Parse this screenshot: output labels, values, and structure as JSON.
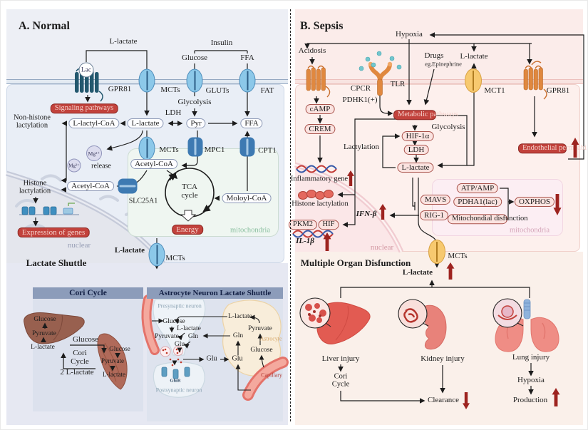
{
  "colors": {
    "red_box": "#c2423c",
    "dark_red_arrow": "#9d231f",
    "blue_transporter": "#8cc8e9",
    "orange_receptor": "#e0883f",
    "yellow_transporter": "#f7c96f"
  },
  "a": {
    "title": "A. Normal",
    "l_lactate_top": "L-lactate",
    "lac": "Lac",
    "insulin": "Insulin",
    "glucose_top": "Glucose",
    "ffa_top": "FFA",
    "gpr81": "GPR81",
    "mcts": "MCTs",
    "gluts": "GLUTs",
    "fat": "FAT",
    "signaling": "Signaling pathways",
    "glycolysis": "Glycolysis",
    "ldh": "LDH",
    "non_histone": "Non-histone lactylation",
    "l_lactyl_coa": "L-lactyl-CoA",
    "l_lactate": "L-lactate",
    "pyr": "Pyr",
    "ffa": "FFA",
    "mg": "Mg²⁺",
    "release": "release",
    "mpc1": "MPC1",
    "cpt1": "CPT1",
    "acetyl_coa": "Acetyl-CoA",
    "tca": "TCA cycle",
    "moloyl": "Moloyl-CoA",
    "energy": "Energy",
    "slc25a1": "SLC25A1",
    "mitochondria": "mitochondria",
    "histone_lact": "Histone lactylation",
    "expression": "Expression of genes",
    "nuclear": "nuclear",
    "l_lactate_bottom": "L-lactate",
    "shuttle_title": "Lactate Shuttle",
    "cori": {
      "header": "Cori Cycle",
      "glucose": "Glucose",
      "pyruvate": "Pyruvate",
      "l_lactate": "L-lactate",
      "cycle": "Cori Cycle",
      "two_lactate": "2 L-lactate"
    },
    "astro": {
      "header": "Astrocyte Neuron Lactate Shuttle",
      "presyn": "Presynaptic neuron",
      "postsyn": "Postsynaptic neuron",
      "glur": "GluR",
      "astrocyte": "Astrocyte",
      "capillary": "Capillary",
      "glucose": "Glucose",
      "l_lactate": "L-lactate",
      "pyruvate": "Pyruvate",
      "gln": "Gln",
      "glu": "Glu"
    }
  },
  "b": {
    "title": "B. Sepsis",
    "hypoxia": "Hypoxia",
    "acidosis": "Acidosis",
    "cpcr": "CPCR",
    "tlr": "TLR",
    "pdhk1": "PDHK1(+)",
    "drugs1": "Drugs",
    "drugs2": "eg.Epinephrine",
    "l_lactate_blood": "L-lactate",
    "mct1": "MCT1",
    "gpr81": "GPR81",
    "camp": "cAMP",
    "crem": "CREM",
    "metabolic": "Metabolic pathways",
    "glycolysis": "Glycolysis",
    "hif1a": "HIF-1α",
    "ldh": "LDH",
    "l_lactate": "L-lactate",
    "lactylation": "Lactylation",
    "endothelial": "Endothelial permeability",
    "inflammatory": "Inflammatory gene",
    "histone_lact": "Histone lactylation",
    "ifn_b": "IFN-β",
    "pkm2": "PKM2",
    "hif": "HIF",
    "il_1b": "IL-1β",
    "nuclear": "nuclear",
    "mavs": "MAVS",
    "rig1": "RIG-1",
    "atp_amp": "ATP/AMP",
    "pdha1": "PDHA1(lac)",
    "mito_disf": "Mitochondial disfunction",
    "oxphos": "OXPHOS",
    "mitochondria": "mitochondria",
    "mcts": "MCTs",
    "mod_title": "Multiple Organ Disfunction",
    "l_lactate_out": "L-lactate",
    "liver_injury": "Liver injury",
    "kidney_injury": "Kidney injury",
    "lung_injury": "Lung injury",
    "cori_cycle": "Cori Cycle",
    "clearance": "Clearance",
    "hypoxia2": "Hypoxia",
    "production": "Production"
  }
}
